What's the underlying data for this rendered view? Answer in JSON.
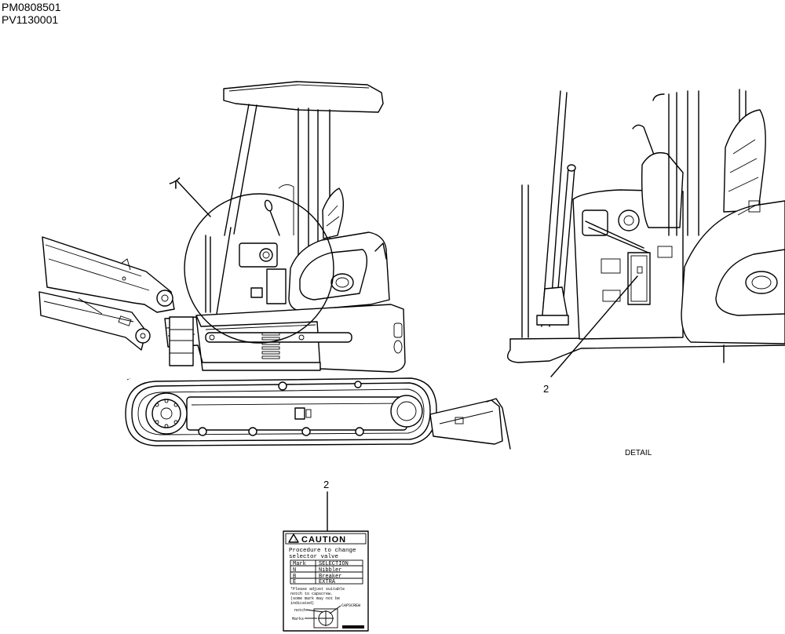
{
  "header": {
    "code_1": "PM0808501",
    "code_2": "PV1130001"
  },
  "callouts": {
    "circle_marker": "イ",
    "detail_part": "2",
    "decal_part": "2",
    "detail_label": "DETAIL"
  },
  "decal": {
    "heading": "CAUTION",
    "line_1": "Procedure to change",
    "line_2": "selector valve",
    "table_header": [
      "Mark",
      "SELECTION"
    ],
    "table_rows": [
      [
        "N",
        "Nibbler"
      ],
      [
        "B",
        "Breaker"
      ],
      [
        "E",
        "EXTRA"
      ]
    ],
    "note_1": "*Please adjust suitable",
    "note_2": "notch to capscrew.",
    "note_3": "(some mark may not be",
    "note_4": "indicated)",
    "label_notch": "notch",
    "label_capscrew": "CAPSCREW",
    "label_marks": "Marks"
  }
}
